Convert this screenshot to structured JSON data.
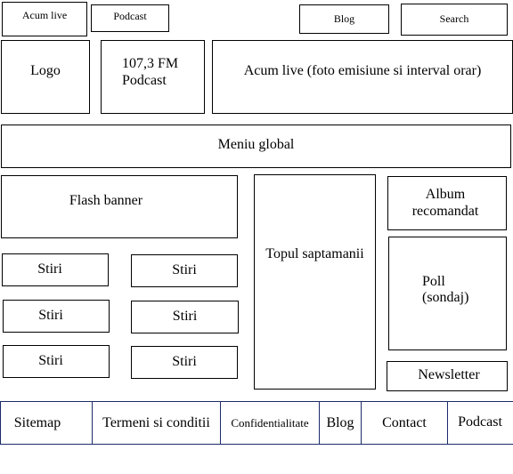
{
  "top_bar": {
    "acum_live": "Acum live",
    "podcast": "Podcast",
    "blog": "Blog",
    "search": "Search"
  },
  "header": {
    "logo": "Logo",
    "radio": "107,3 FM\nPodcast",
    "acum_live_banner": "Acum live (foto emisiune si interval orar)"
  },
  "menu": {
    "global": "Meniu global"
  },
  "main": {
    "flash_banner": "Flash banner",
    "stiri": [
      "Stiri",
      "Stiri",
      "Stiri",
      "Stiri",
      "Stiri",
      "Stiri"
    ],
    "topul": "Topul saptamanii",
    "album": "Album\nrecomandat",
    "poll": "Poll\n(sondaj)",
    "newsletter": "Newsletter"
  },
  "footer": {
    "items": [
      "Sitemap",
      "Termeni si conditii",
      "Confidentialitate",
      "Blog",
      "Contact",
      "Podcast"
    ]
  }
}
